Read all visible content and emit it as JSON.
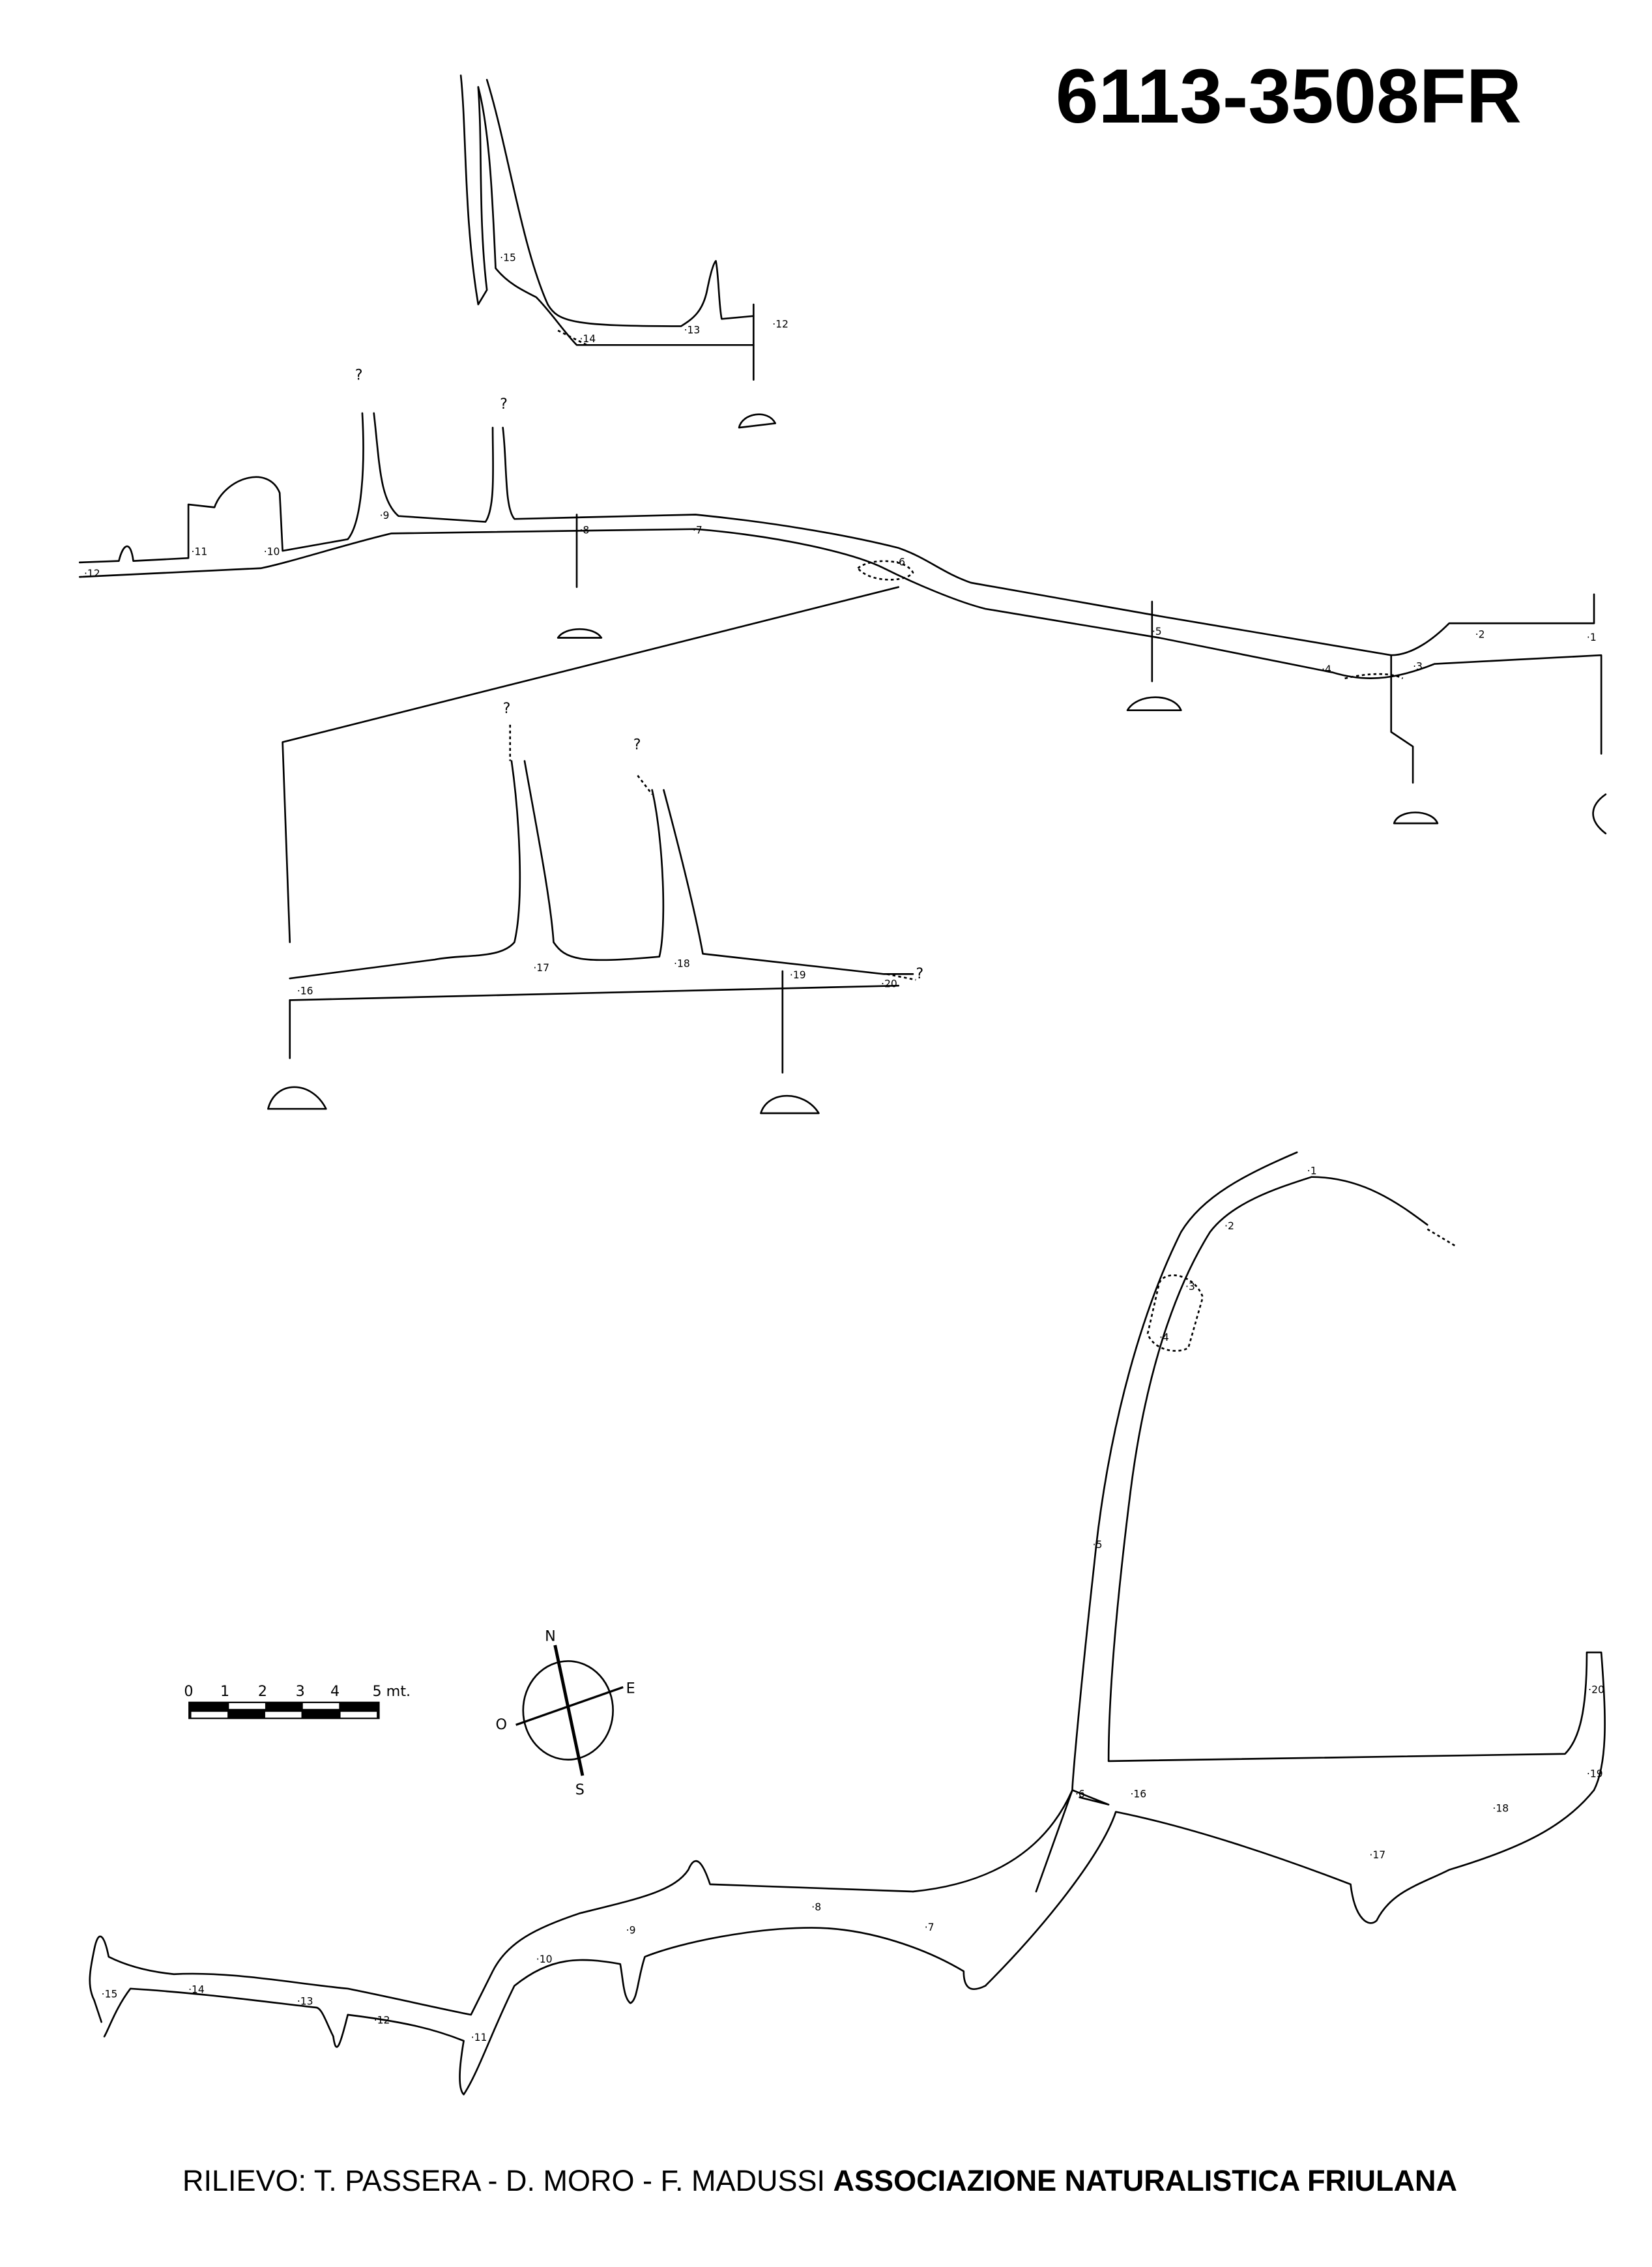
{
  "title": "6113-3508FR",
  "credits": {
    "survey": "RILIEVO: T. PASSERA - D. MORO - F. MADUSSI",
    "organization": "ASSOCIAZIONE NATURALISTICA FRIULANA"
  },
  "unknown_mark": "?",
  "scale_bar": {
    "ticks": [
      "0",
      "1",
      "2",
      "3",
      "4",
      "5 mt."
    ]
  },
  "compass": {
    "north": "N",
    "east": "E",
    "west": "O",
    "south": "S"
  },
  "profile_upper_stations": [
    "12",
    "14",
    "15",
    "13"
  ],
  "profile_main_stations": [
    "12",
    "11",
    "10",
    "9",
    "8",
    "7",
    "6",
    "5",
    "4",
    "3",
    "2",
    "1"
  ],
  "profile_branch_stations": [
    "16",
    "17",
    "18",
    "19",
    "20"
  ],
  "plan_stations": [
    "1",
    "2",
    "3",
    "4",
    "5",
    "6",
    "16",
    "7",
    "8",
    "9",
    "10",
    "11",
    "12",
    "13",
    "14",
    "15",
    "17",
    "18",
    "19",
    "20"
  ]
}
